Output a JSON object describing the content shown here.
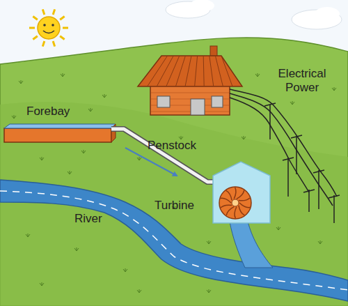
{
  "diagram": {
    "labels": [
      "Electrical Power",
      "Forebay",
      "Penstock",
      "Turbine",
      "River"
    ]
  }
}
